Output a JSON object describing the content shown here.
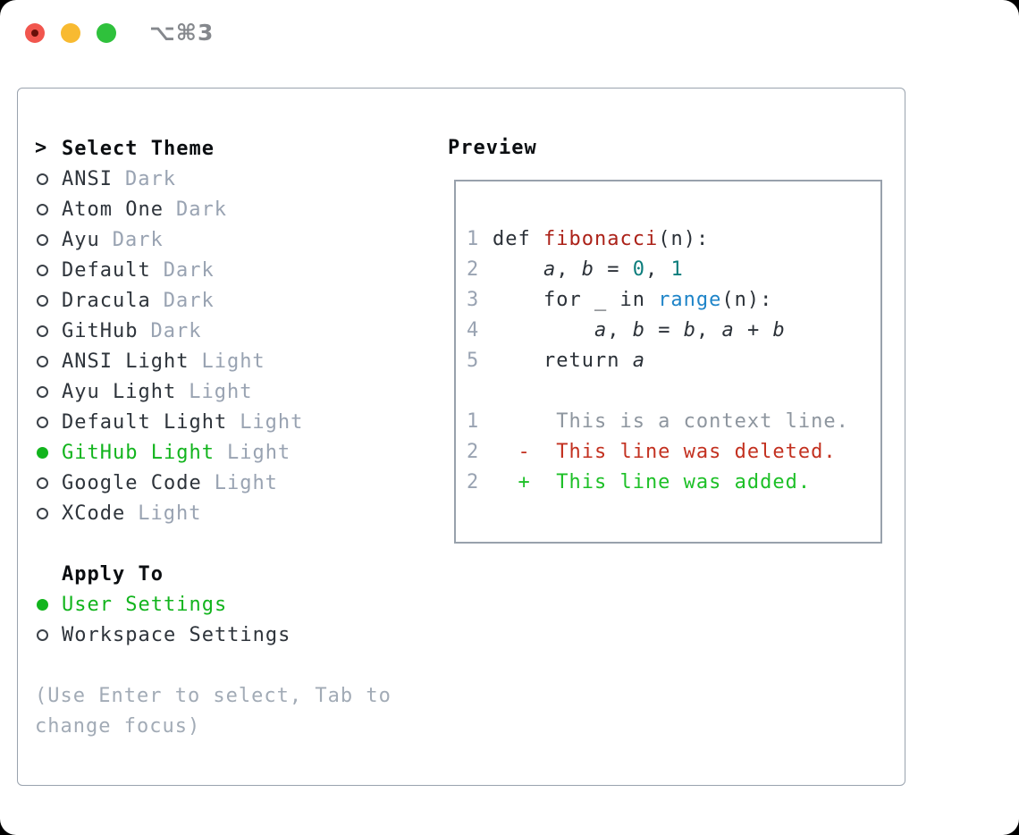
{
  "window": {
    "title": "⌥⌘3",
    "traffic_lights": [
      "close",
      "minimize",
      "zoom"
    ]
  },
  "theme_list": {
    "header_marker": ">",
    "header": "Select Theme",
    "items": [
      {
        "name": "ANSI",
        "variant": "Dark",
        "selected": false
      },
      {
        "name": "Atom One",
        "variant": "Dark",
        "selected": false
      },
      {
        "name": "Ayu",
        "variant": "Dark",
        "selected": false
      },
      {
        "name": "Default",
        "variant": "Dark",
        "selected": false
      },
      {
        "name": "Dracula",
        "variant": "Dark",
        "selected": false
      },
      {
        "name": "GitHub",
        "variant": "Dark",
        "selected": false
      },
      {
        "name": "ANSI Light",
        "variant": "Light",
        "selected": false
      },
      {
        "name": "Ayu Light",
        "variant": "Light",
        "selected": false
      },
      {
        "name": "Default Light",
        "variant": "Light",
        "selected": false
      },
      {
        "name": "GitHub Light",
        "variant": "Light",
        "selected": true
      },
      {
        "name": "Google Code",
        "variant": "Light",
        "selected": false
      },
      {
        "name": "XCode",
        "variant": "Light",
        "selected": false
      }
    ]
  },
  "apply_to": {
    "header": "Apply To",
    "items": [
      {
        "label": "User Settings",
        "selected": true
      },
      {
        "label": "Workspace Settings",
        "selected": false
      }
    ]
  },
  "hint": {
    "line1": "(Use Enter to select, Tab to",
    "line2": "change focus)"
  },
  "preview": {
    "header": "Preview",
    "lines": [
      {
        "num": "1",
        "kind": "code",
        "segments": [
          {
            "t": "def ",
            "c": "code"
          },
          {
            "t": "fibonacci",
            "c": "func"
          },
          {
            "t": "(n):",
            "c": "code"
          }
        ]
      },
      {
        "num": "2",
        "kind": "code",
        "segments": [
          {
            "t": "    ",
            "c": "code"
          },
          {
            "t": "a",
            "c": "var"
          },
          {
            "t": ", ",
            "c": "code"
          },
          {
            "t": "b",
            "c": "var"
          },
          {
            "t": " = ",
            "c": "code"
          },
          {
            "t": "0",
            "c": "lit"
          },
          {
            "t": ", ",
            "c": "code"
          },
          {
            "t": "1",
            "c": "lit"
          }
        ]
      },
      {
        "num": "3",
        "kind": "code",
        "segments": [
          {
            "t": "    for _ in ",
            "c": "code"
          },
          {
            "t": "range",
            "c": "builtin"
          },
          {
            "t": "(n):",
            "c": "code"
          }
        ]
      },
      {
        "num": "4",
        "kind": "code",
        "segments": [
          {
            "t": "        ",
            "c": "code"
          },
          {
            "t": "a",
            "c": "var"
          },
          {
            "t": ", ",
            "c": "code"
          },
          {
            "t": "b",
            "c": "var"
          },
          {
            "t": " = ",
            "c": "code"
          },
          {
            "t": "b",
            "c": "var"
          },
          {
            "t": ", ",
            "c": "code"
          },
          {
            "t": "a",
            "c": "var"
          },
          {
            "t": " + ",
            "c": "code"
          },
          {
            "t": "b",
            "c": "var"
          }
        ]
      },
      {
        "num": "5",
        "kind": "code",
        "segments": [
          {
            "t": "    return ",
            "c": "code"
          },
          {
            "t": "a",
            "c": "var"
          }
        ]
      },
      {
        "num": "",
        "kind": "blank",
        "segments": []
      },
      {
        "num": "1",
        "kind": "diff-context",
        "segments": [
          {
            "t": "     This is a context line.",
            "c": "context"
          }
        ]
      },
      {
        "num": "2",
        "kind": "diff-deleted",
        "segments": [
          {
            "t": "  -  This line was deleted.",
            "c": "deleted"
          }
        ]
      },
      {
        "num": "2",
        "kind": "diff-added",
        "segments": [
          {
            "t": "  +  This line was added.",
            "c": "added"
          }
        ]
      }
    ]
  },
  "colors": {
    "selection_green": "#12b41d",
    "added_green": "#1dc027",
    "deleted_red": "#c33120",
    "function_red": "#ac2219",
    "literal_teal": "#0c7d7c",
    "builtin_blue": "#1e84c8",
    "text_dark": "#2e343b",
    "muted_gray": "#99a3b2",
    "hint_gray": "#a2abb6",
    "panel_border": "#9aa3ae",
    "traffic_red": "#f1564e",
    "traffic_yellow": "#f8ba31",
    "traffic_green": "#2fc13c"
  }
}
